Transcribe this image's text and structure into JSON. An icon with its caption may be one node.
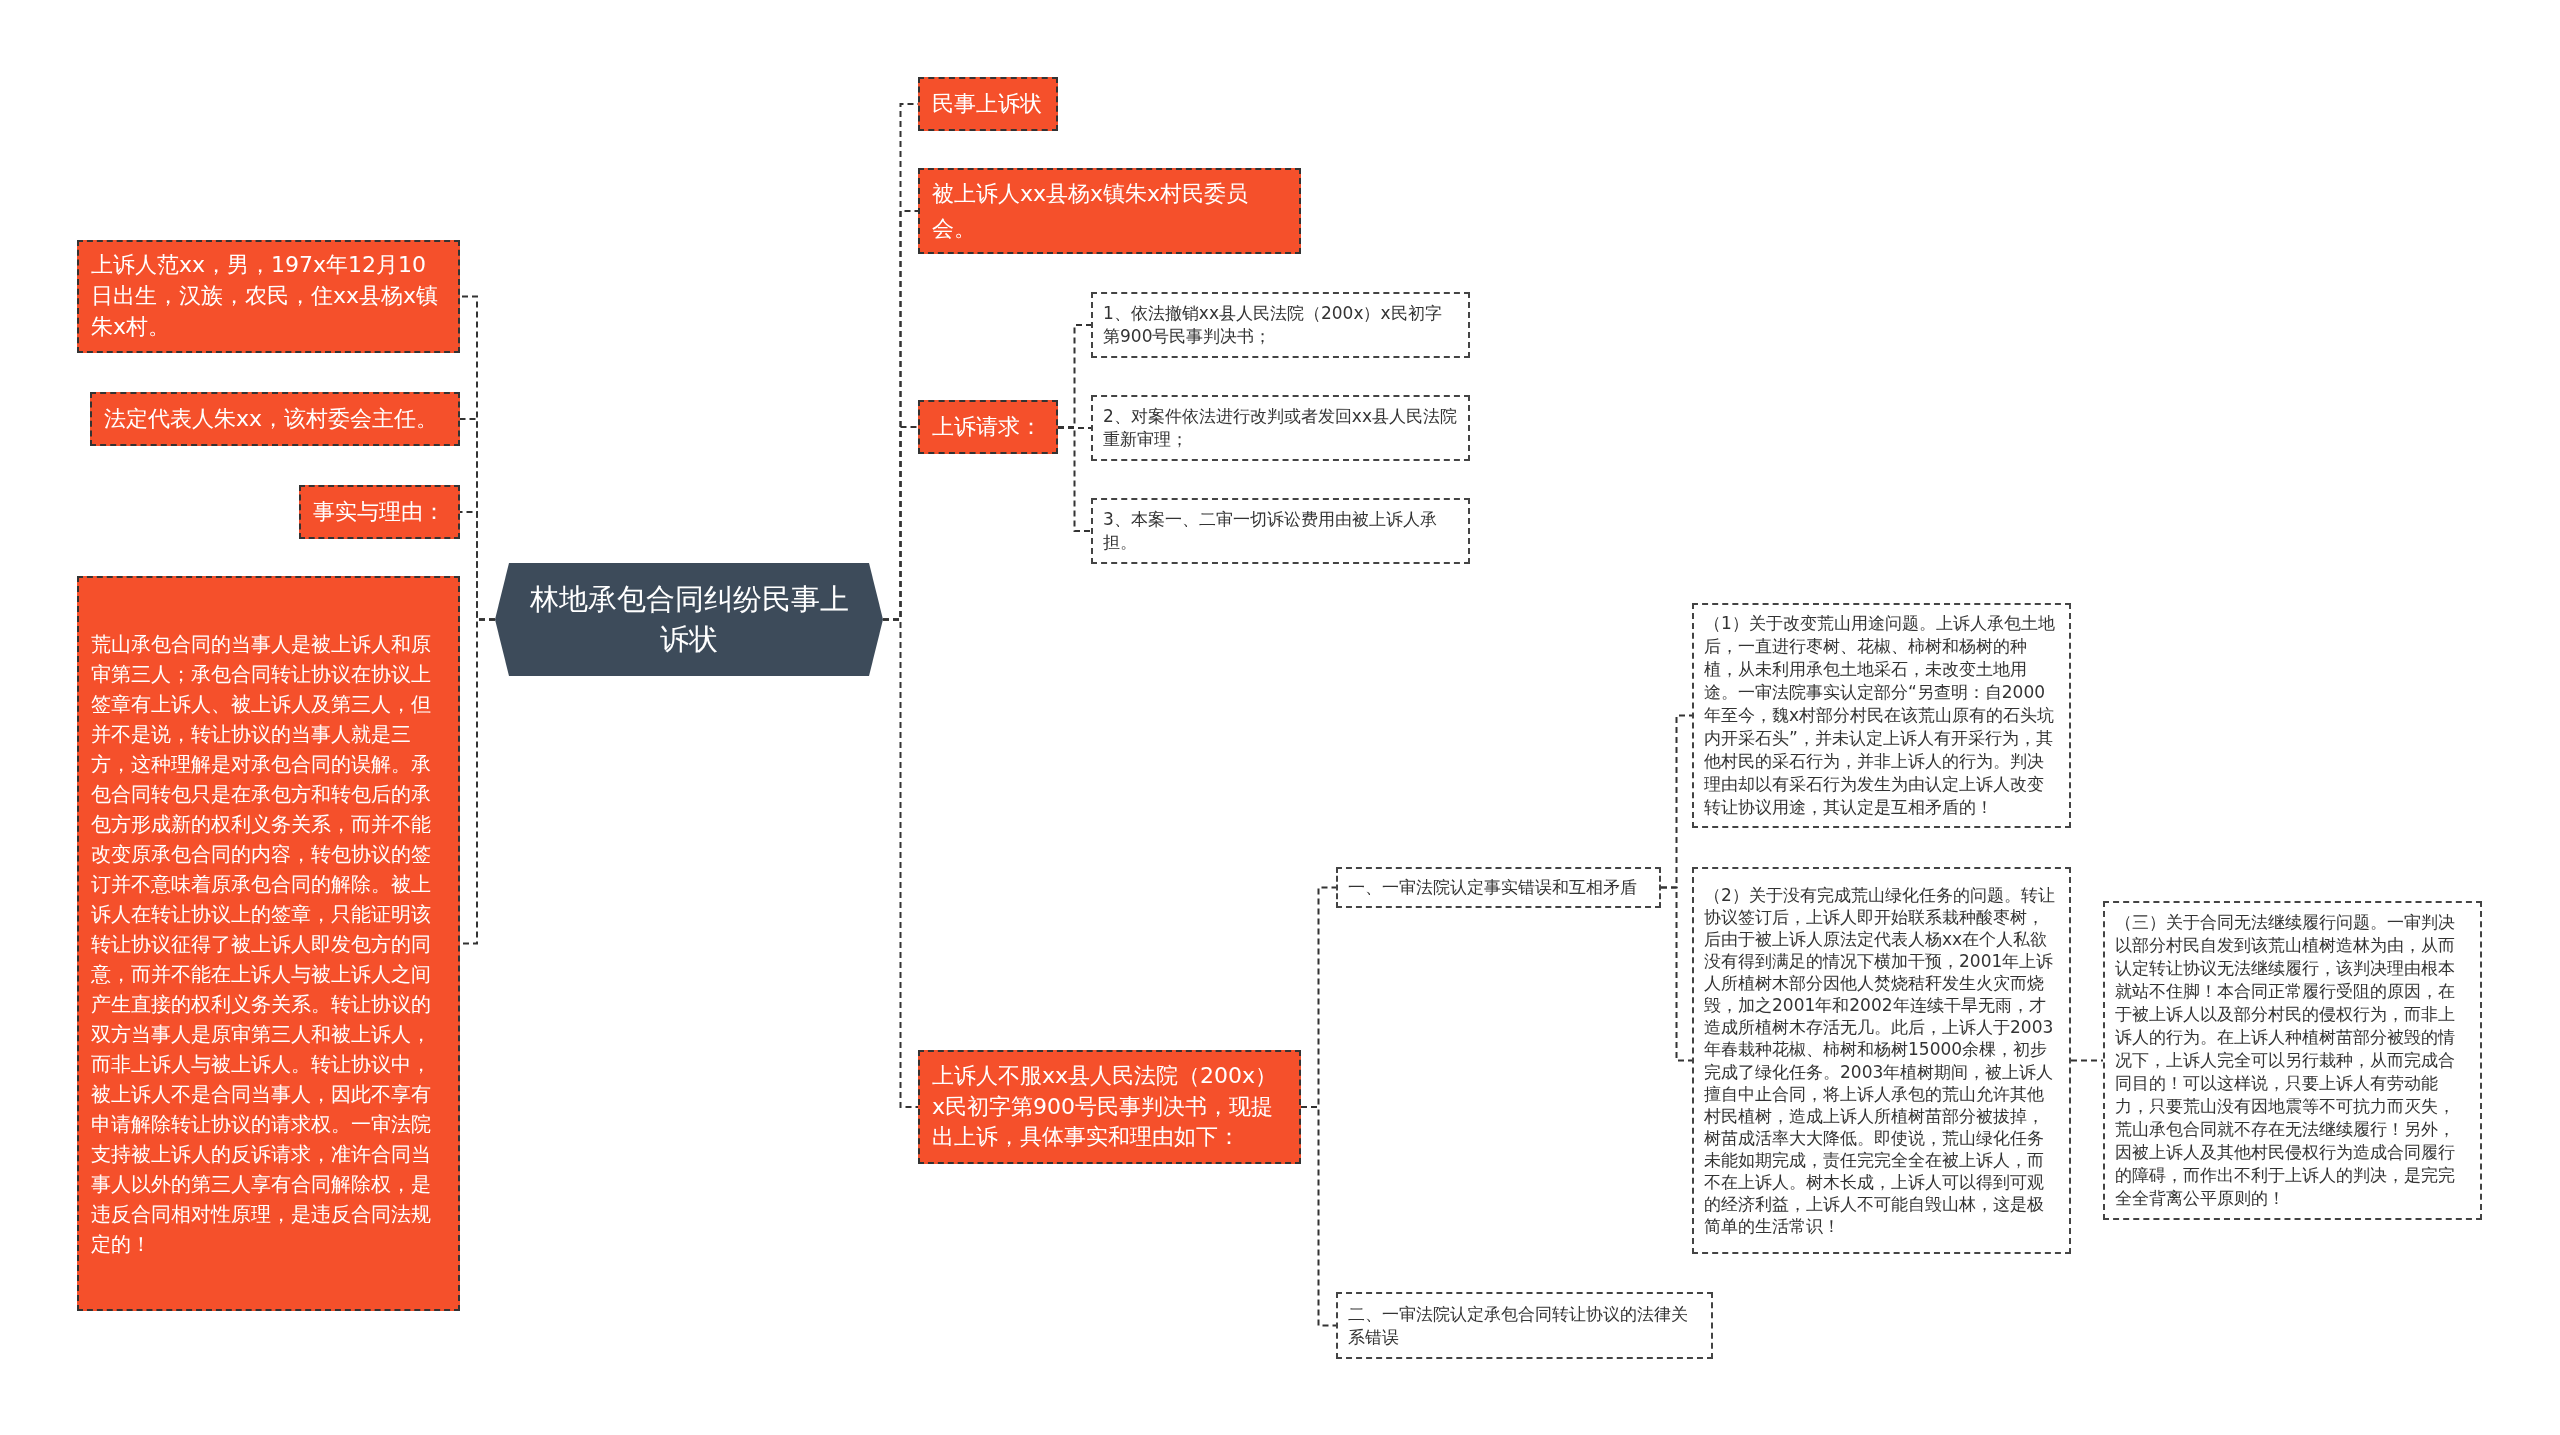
{
  "diagram": {
    "nodes": [
      {
        "text": [
          "林地承包合同纠纷民事上诉状"
        ]
      },
      {
        "text": [
          "上诉人范xx，男，197x年12月10日出生，汉族，农民，住xx县杨x镇朱x村。"
        ]
      },
      {
        "text": [
          "法定代表人朱xx，该村委会主任。"
        ]
      },
      {
        "text": [
          "事实与理由："
        ]
      },
      {
        "text": [
          "荒山承包合同的当事人是被上诉人和原审第三人；承包合同转让协议在协议上签章有上诉人、被上诉人及第三人，但并不是说，转让协议的当事人就是三方，这种理解是对承包合同的误解。承包合同转包只是在承包方和转包后的承包方形成新的权利义务关系，而并不能改变原承包合同的内容，转包协议的签订并不意味着原承包合同的解除。被上诉人在转让协议上的签章，只能证明该转让协议征得了被上诉人即发包方的同意，而并不能在上诉人与被上诉人之间产生直接的权利义务关系。转让协议的双方当事人是原审第三人和被上诉人，而非上诉人与被上诉人。转让协议中，被上诉人不是合同当事人，因此不享有申请解除转让协议的请求权。一审法院支持被上诉人的反诉请求，准许合同当事人以外的第三人享有合同解除权，是违反合同相对性原理，是违反合同法规定的！"
        ]
      },
      {
        "text": [
          "民事上诉状"
        ]
      },
      {
        "text": [
          "被上诉人xx县杨x镇朱x村民委员会。"
        ]
      },
      {
        "text": [
          "上诉请求："
        ]
      },
      {
        "text": [
          "1、依法撤销xx县人民法院（200x）x民初字第900号民事判决书；"
        ]
      },
      {
        "text": [
          "2、对案件依法进行改判或者发回xx县人民法院重新审理；"
        ]
      },
      {
        "text": [
          "3、本案一、二审一切诉讼费用由被上诉人承担。"
        ]
      },
      {
        "text": [
          "上诉人不服xx县人民法院（200x）x民初字第900号民事判决书，现提出上诉，具体事实和理由如下："
        ]
      },
      {
        "text": [
          "一、一审法院认定事实错误和互相矛盾"
        ]
      },
      {
        "text": [
          "二、一审法院认定承包合同转让协议的法律关系错误"
        ]
      },
      {
        "text": [
          "（1）关于改变荒山用途问题。上诉人承包土地后，一直进行枣树、花椒、柿树和杨树的种植，从未利用承包土地采石，未改变土地用途。一审法院事实认定部分“另查明：自2000年至今，魏x村部分村民在该荒山原有的石头坑内开采石头”，并未认定上诉人有开采行为，其他村民的采石行为，并非上诉人的行为。判决理由却以有采石行为发生为由认定上诉人改变转让协议用途，其认定是互相矛盾的！"
        ]
      },
      {
        "text": [
          "（2）关于没有完成荒山绿化任务的问题。转让协议签订后，上诉人即开始联系栽种酸枣树，后由于被上诉人原法定代表人杨xx在个人私欲没有得到满足的情况下横加干预，2001年上诉人所植树木部分因他人焚烧秸秆发生火灾而烧毁，加之2001年和2002年连续干旱无雨，才造成所植树木存活无几。此后，上诉人于2003年春栽种花椒、柿树和杨树15000余棵，初步完成了绿化任务。2003年植树期间，被上诉人擅自中止合同，将上诉人承包的荒山允许其他村民植树，造成上诉人所植树苗部分被拔掉，树苗成活率大大降低。即使说，荒山绿化任务未能如期完成，责任完完全全在被上诉人，而不在上诉人。树木长成，上诉人可以得到可观的经济利益，上诉人不可能自毁山林，这是极简单的生活常识！"
        ]
      },
      {
        "text": [
          "（三）关于合同无法继续履行问题。一审判决以部分村民自发到该荒山植树造林为由，从而认定转让协议无法继续履行，该判决理由根本就站不住脚！本合同正常履行受阻的原因，在于被上诉人以及部分村民的侵权行为，而非上诉人的行为。在上诉人种植树苗部分被毁的情况下，上诉人完全可以另行栽种，从而完成合同目的！可以这样说，只要上诉人有劳动能力，只要荒山没有因地震等不可抗力而灭失，荒山承包合同就不存在无法继续履行！另外，因被上诉人及其他村民侵权行为造成合同履行的障碍，而作出不利于上诉人的判决，是完完全全背离公平原则的！"
        ]
      }
    ],
    "edges": [
      {
        "from": 0,
        "to": 1,
        "arrow": "none"
      },
      {
        "from": 0,
        "to": 2,
        "arrow": "none"
      },
      {
        "from": 0,
        "to": 3,
        "arrow": "none"
      },
      {
        "from": 0,
        "to": 4,
        "arrow": "none"
      },
      {
        "from": 0,
        "to": 5,
        "arrow": "none"
      },
      {
        "from": 0,
        "to": 6,
        "arrow": "none"
      },
      {
        "from": 0,
        "to": 7,
        "arrow": "none"
      },
      {
        "from": 0,
        "to": 11,
        "arrow": "none"
      },
      {
        "from": 7,
        "to": 8,
        "arrow": "none"
      },
      {
        "from": 7,
        "to": 9,
        "arrow": "none"
      },
      {
        "from": 7,
        "to": 10,
        "arrow": "none"
      },
      {
        "from": 11,
        "to": 12,
        "arrow": "none"
      },
      {
        "from": 11,
        "to": 13,
        "arrow": "none"
      },
      {
        "from": 12,
        "to": 14,
        "arrow": "none"
      },
      {
        "from": 12,
        "to": 15,
        "arrow": "none"
      },
      {
        "from": 15,
        "to": 16,
        "arrow": "none"
      }
    ]
  }
}
